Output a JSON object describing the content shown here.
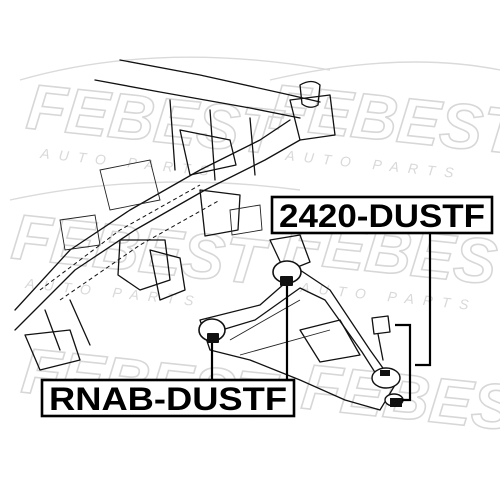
{
  "watermark": {
    "brand": "FEBEST",
    "subtitle": "AUTO PARTS"
  },
  "labels": {
    "upper_part": "2420-DUSTF",
    "lower_part": "RNAB-DUSTF"
  }
}
